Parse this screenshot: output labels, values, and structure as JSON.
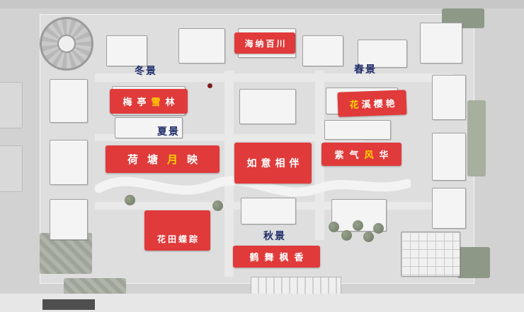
{
  "colors": {
    "banner_bg": "#e03a3a",
    "banner_text": "#ffffff",
    "highlight_text": "#ffd400",
    "season_text": "#1f2d69"
  },
  "banners": [
    {
      "name": "hai-na-bai-chuan",
      "prefix": "海纳百川",
      "highlight": "",
      "suffix": ""
    },
    {
      "name": "mei-ting-xue-lin",
      "prefix": "梅亭",
      "highlight": "雪",
      "suffix": "林"
    },
    {
      "name": "hua-xi-ying-yan",
      "prefix": "",
      "highlight": "花",
      "suffix": "溪樱艳"
    },
    {
      "name": "he-tang-yue-ying",
      "prefix": "荷塘",
      "highlight": "月",
      "suffix": "映"
    },
    {
      "name": "ru-yi-xiang-ban",
      "prefix": "如意相伴",
      "highlight": "",
      "suffix": ""
    },
    {
      "name": "zi-qi-feng-hua",
      "prefix": "紫气",
      "highlight": "风",
      "suffix": "华"
    },
    {
      "name": "hua-tian-die-zong",
      "prefix": "花田蝶踪",
      "highlight": "",
      "suffix": ""
    },
    {
      "name": "he-wu-feng-xiang",
      "prefix": "鹤舞枫香",
      "highlight": "",
      "suffix": ""
    }
  ],
  "season_labels": [
    {
      "name": "winter",
      "text": "冬景"
    },
    {
      "name": "spring",
      "text": "春景"
    },
    {
      "name": "summer",
      "text": "夏景"
    },
    {
      "name": "autumn",
      "text": "秋景"
    }
  ]
}
